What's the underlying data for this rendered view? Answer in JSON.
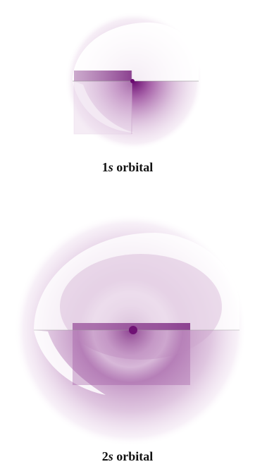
{
  "figures": [
    {
      "label_number": "1",
      "label_italic": "s",
      "label_rest": " orbital"
    },
    {
      "label_number": "2",
      "label_italic": "s",
      "label_rest": " orbital"
    }
  ],
  "colors": {
    "orbital": "#7a1c7e",
    "core": "#6a0b70",
    "light": "#f3e6f3"
  }
}
